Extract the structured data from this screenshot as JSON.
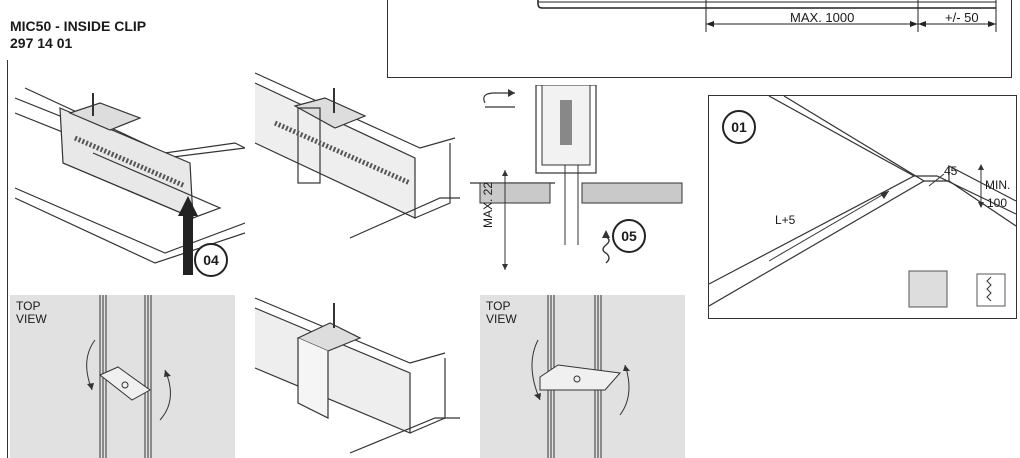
{
  "header": {
    "title_line1": "MIC50 - INSIDE CLIP",
    "title_line2": "297 14 01"
  },
  "dimensions": {
    "max_length": "MAX. 1000",
    "tolerance": "+/- 50",
    "max_ceiling": "MAX. 22",
    "cut_length": "L+5",
    "cut_width": "45",
    "min_label": "MIN.",
    "min_value": "100"
  },
  "steps": {
    "step01": "01",
    "step04": "04",
    "step05": "05"
  },
  "views": {
    "top_view_line1": "TOP",
    "top_view_line2": "VIEW"
  },
  "colors": {
    "panel_grey": "#e1e1e1",
    "line": "#222222"
  }
}
